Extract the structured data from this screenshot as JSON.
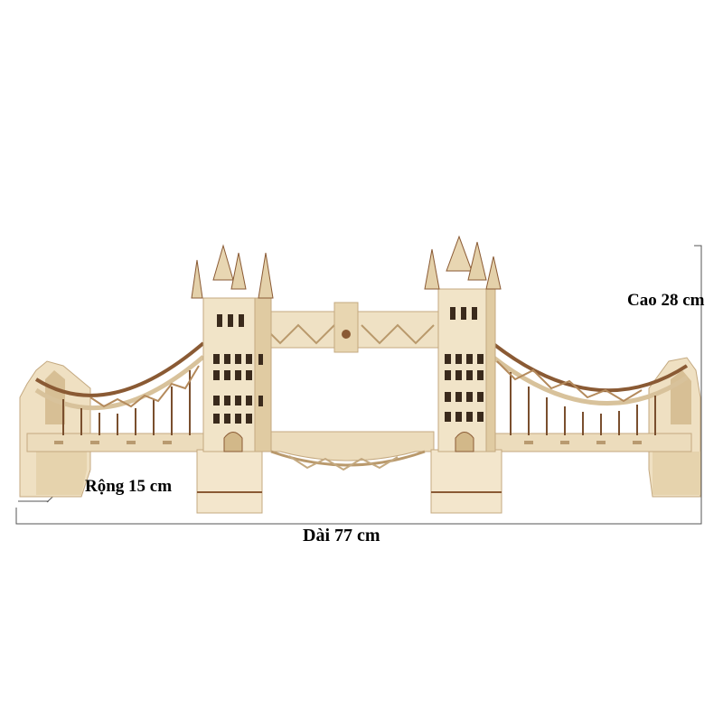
{
  "dimensions": {
    "height_label": "Cao 28 cm",
    "width_label": "Rộng 15 cm",
    "length_label": "Dài 77 cm"
  },
  "subject": {
    "colors": {
      "wood_light": "#f1e4c8",
      "wood_mid": "#e4d1aa",
      "wood_shadow": "#c9b089",
      "wood_dark": "#8a5a34",
      "window": "#3a2a1c",
      "dimension_line": "#555555"
    }
  }
}
